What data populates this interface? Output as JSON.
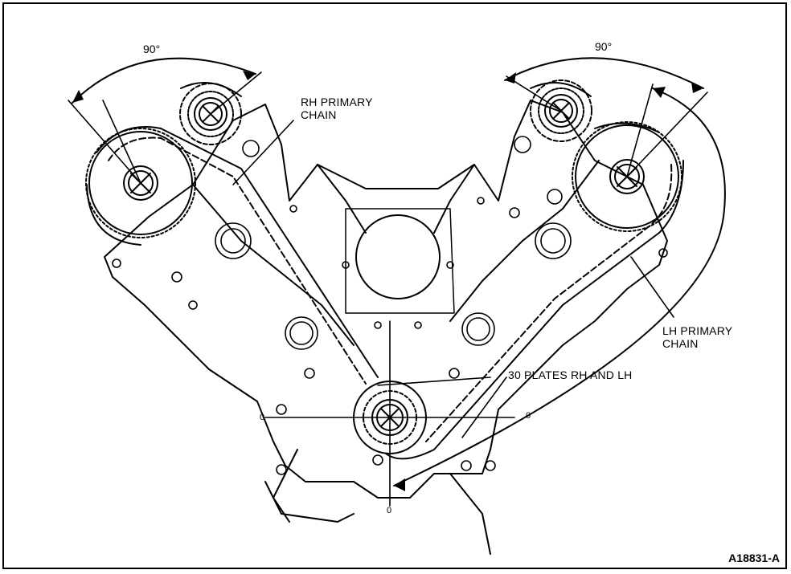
{
  "diagram": {
    "type": "engine timing chain installation",
    "labels": {
      "rh_primary_chain": [
        "RH PRIMARY",
        "CHAIN"
      ],
      "lh_primary_chain": [
        "LH PRIMARY",
        "CHAIN"
      ],
      "plates_note": "30 PLATES RH AND LH",
      "angle_left": "90°",
      "angle_right": "90°",
      "zero_left": "0",
      "zero_right": "0",
      "zero_bottom": "0"
    },
    "figure_id": "A18831-A",
    "components": [
      {
        "name": "left-camshaft-sprocket",
        "role": "RH bank camshaft sprocket"
      },
      {
        "name": "left-idler-sprocket",
        "role": "RH bank secondary sprocket"
      },
      {
        "name": "right-camshaft-sprocket",
        "role": "LH bank camshaft sprocket"
      },
      {
        "name": "right-idler-sprocket",
        "role": "LH bank secondary sprocket"
      },
      {
        "name": "crankshaft-sprocket",
        "role": "crankshaft sprocket"
      },
      {
        "name": "rh-primary-chain",
        "role": "chain"
      },
      {
        "name": "lh-primary-chain",
        "role": "chain"
      }
    ]
  }
}
